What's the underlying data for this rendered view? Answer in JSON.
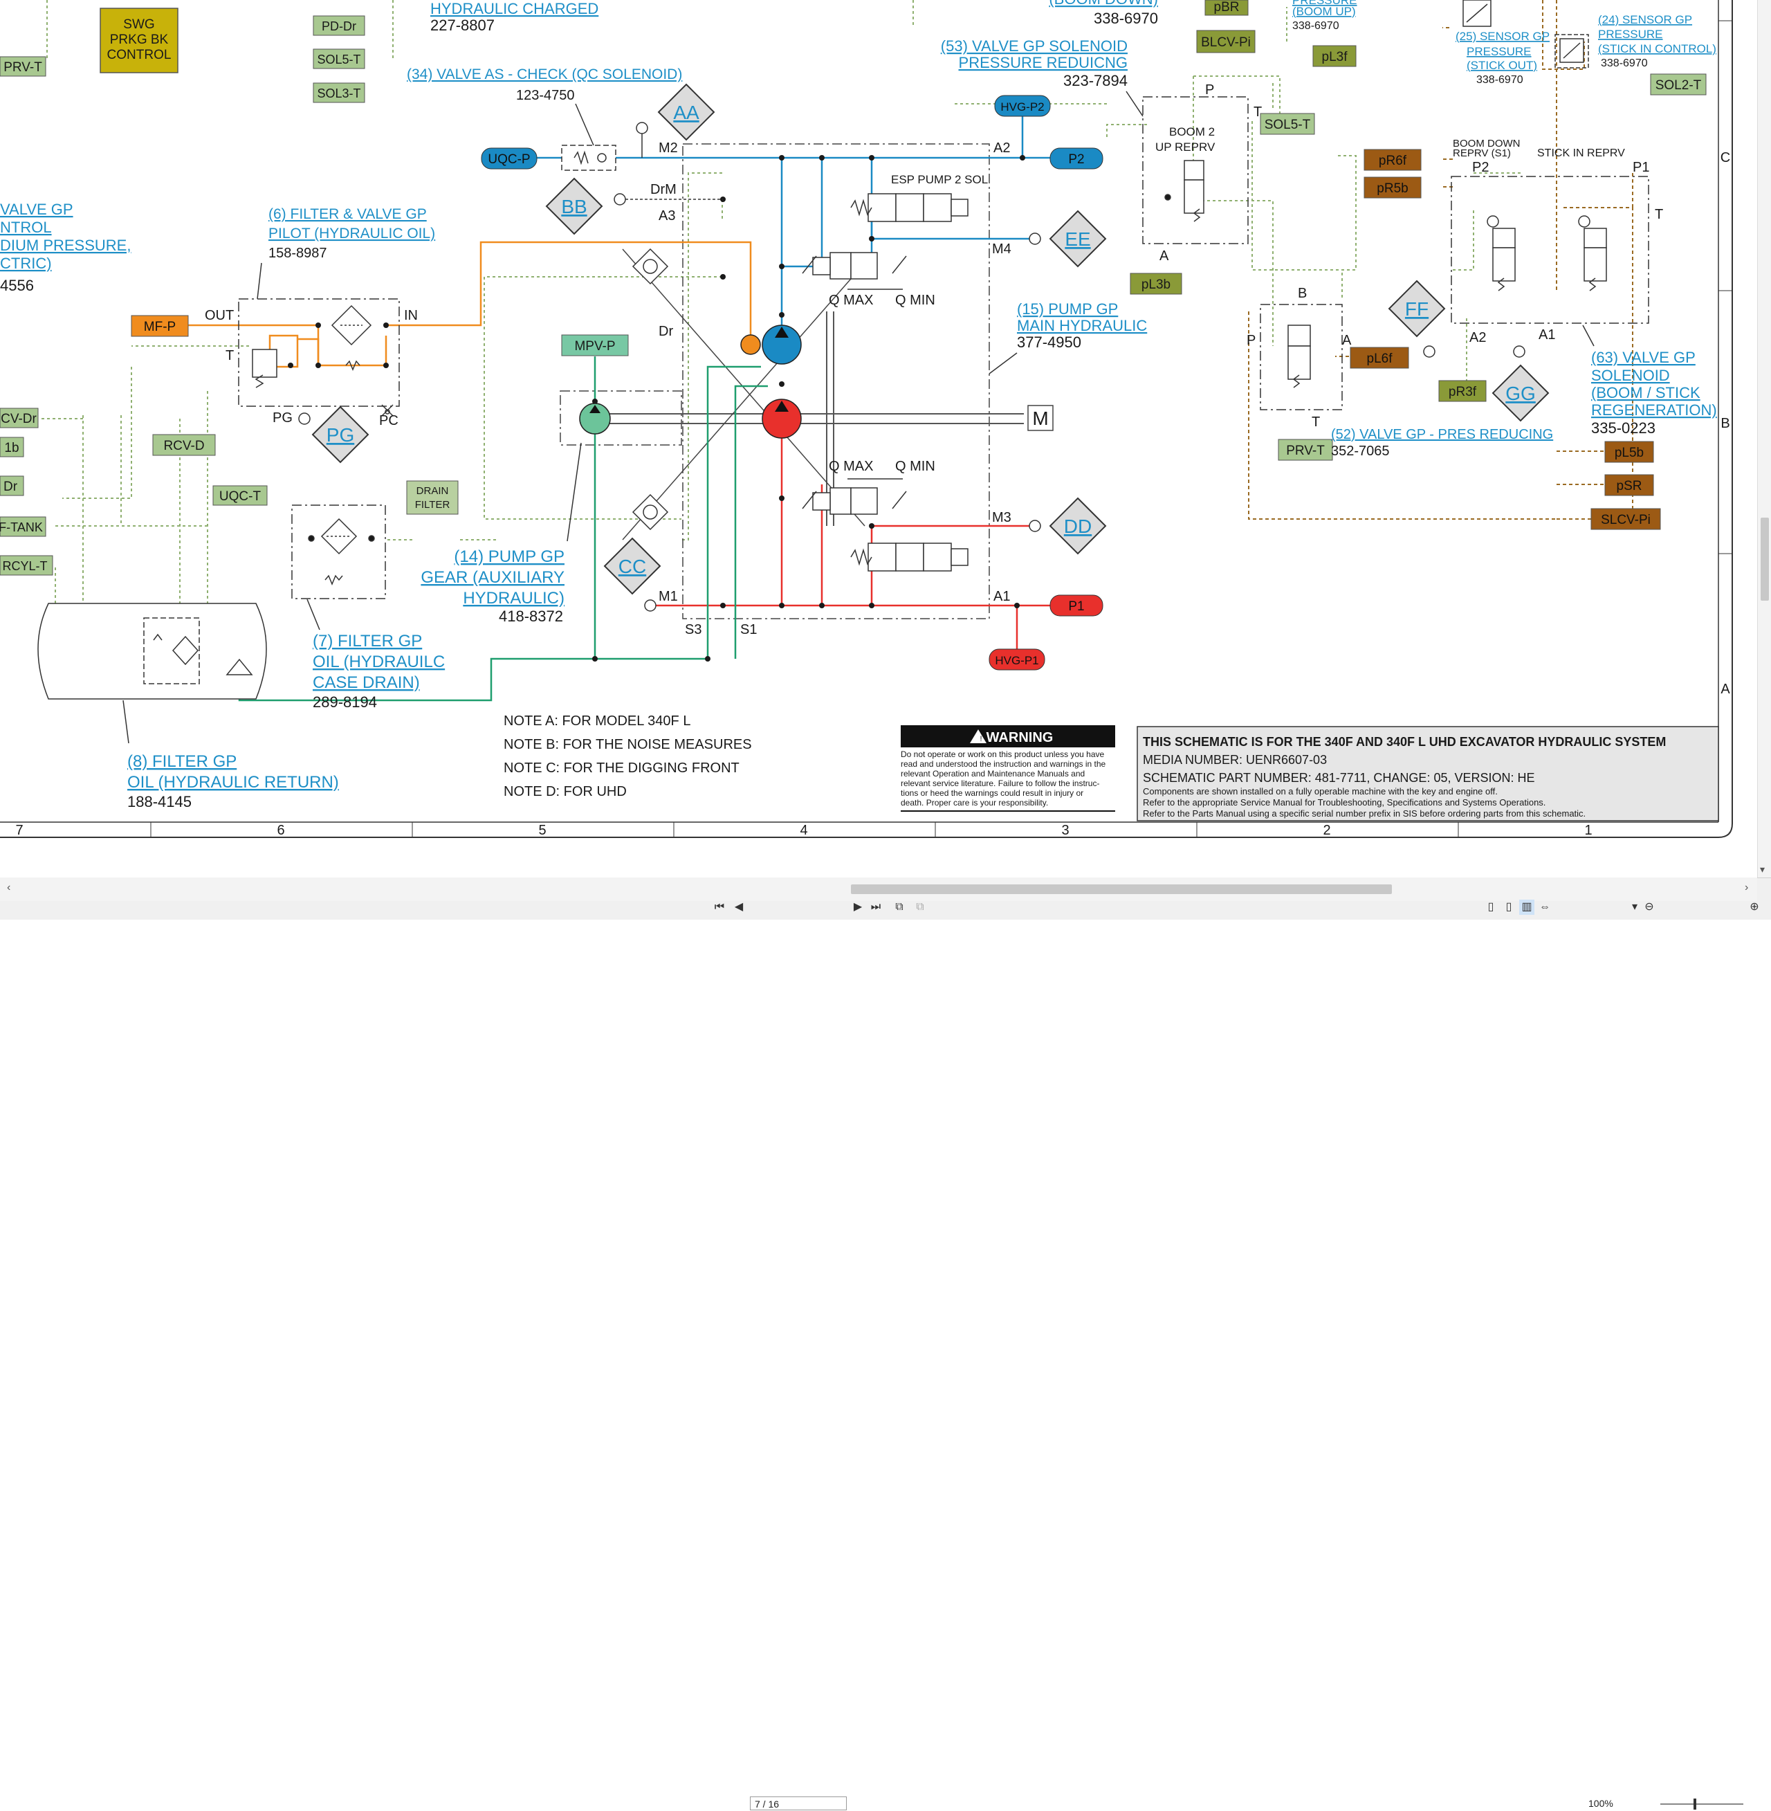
{
  "labels": {
    "swg_box": [
      "SWG",
      "PRKG BK",
      "CONTROL"
    ],
    "hydraulic_charged": "HYDRAULIC CHARGED",
    "num_227_8807": "227-8807",
    "boom_down_top": "(BOOM DOWN)",
    "num_338_6970_top": "338-6970",
    "valve34": "(34) VALVE AS - CHECK (QC SOLENOID)",
    "num_123_4750": "123-4750",
    "valve53_l1": "(53) VALVE GP SOLENOID",
    "valve53_l2": "PRESSURE REDUICNG",
    "num_323_7894": "323-7894",
    "valve_gp_left": [
      "VALVE GP",
      "NTROL",
      "DIUM PRESSURE,",
      "CTRIC)"
    ],
    "num_4556": "4556",
    "filter6": [
      "(6) FILTER & VALVE GP",
      "PILOT (HYDRAULIC OIL)"
    ],
    "num_158_8987": "158-8987",
    "out": "OUT",
    "in": "IN",
    "t": "T",
    "pg_label": "PG",
    "pc_label": "PC",
    "drm": "DrM",
    "a3": "A3",
    "m2": "M2",
    "a2": "A2",
    "m4": "M4",
    "m3": "M3",
    "m1": "M1",
    "a1": "A1",
    "s3": "S3",
    "s1": "S1",
    "dr": "Dr",
    "esp_pump": "ESP PUMP 2 SOL",
    "qmax": "Q MAX",
    "qmin": "Q MIN",
    "pump15": [
      "(15) PUMP GP",
      "MAIN HYDRAULIC"
    ],
    "num_377_4950": "377-4950",
    "pump14": [
      "(14) PUMP GP",
      "GEAR (AUXILIARY",
      "HYDRAULIC)"
    ],
    "num_418_8372": "418-8372",
    "filter7": [
      "(7) FILTER GP",
      "OIL (HYDRAUILC",
      "CASE DRAIN)"
    ],
    "num_289_8194": "289-8194",
    "filter8": [
      "(8) FILTER GP",
      "OIL (HYDRAULIC RETURN)"
    ],
    "num_188_4145": "188-4145",
    "drain_filter": [
      "DRAIN",
      "FILTER"
    ],
    "boom2": [
      "BOOM 2",
      "UP REPRV"
    ],
    "p": "P",
    "a": "A",
    "b": "B",
    "sensor25": [
      "(25) SENSOR GP",
      "PRESSURE",
      "(STICK OUT)"
    ],
    "num_338_6970_b": "338-6970",
    "sensor24": [
      "(24) SENSOR GP",
      "PRESSURE",
      "(STICK IN CONTROL)"
    ],
    "num_338_6970_c": "338-6970",
    "pressure_top": [
      "PRESSURE",
      "(BOOM UP)"
    ],
    "num_338_6970_d": "338-6970",
    "boom_down_reprv": [
      "BOOM DOWN",
      "REPRV (S1)"
    ],
    "stick_in_reprv": "STICK IN REPRV",
    "p2": "P2",
    "p1": "P1",
    "valve63": [
      "(63) VALVE GP",
      "SOLENOID",
      "(BOOM / STICK",
      "REGENERATION)"
    ],
    "num_335_0223": "335-0223",
    "valve52": "(52) VALVE GP - PRES REDUCING",
    "num_352_7065": "352-7065",
    "notes": [
      "NOTE A: FOR MODEL 340F L",
      "NOTE B: FOR THE NOISE MEASURES",
      "NOTE C: FOR THE DIGGING FRONT",
      "NOTE D: FOR UHD"
    ],
    "warning_title": "WARNING",
    "warning_body": [
      "Do not operate or work on this product unless you have",
      "read and understood the instruction and warnings in the",
      "relevant  Operation  and  Maintenance  Manuals  and",
      "relevant service literature. Failure to follow the instruc-",
      "tions or heed the warnings could result in injury or",
      "death. Proper care is your responsibility."
    ],
    "info_title": "THIS SCHEMATIC IS FOR THE 340F AND 340F L UHD EXCAVATOR HYDRAULIC SYSTEM",
    "media_number": "MEDIA NUMBER: UENR6607-03",
    "schematic_part": "SCHEMATIC PART NUMBER: 481-7711, CHANGE: 05, VERSION: HE",
    "info_small": [
      "Components are shown installed on a fully operable machine with the key and engine off.",
      "Refer to the appropriate Service Manual for Troubleshooting, Specifications and Systems Operations.",
      "Refer to the Parts Manual using a specific serial number prefix in SIS before ordering parts from this schematic."
    ],
    "grid_cols": [
      "7",
      "6",
      "5",
      "4",
      "3",
      "2",
      "1"
    ],
    "grid_rows": [
      "C",
      "B",
      "A"
    ]
  },
  "diamonds": [
    "AA",
    "BB",
    "CC",
    "DD",
    "EE",
    "FF",
    "GG",
    "PG"
  ],
  "tags": {
    "prv_t_top": "PRV-T",
    "pd_dr": "PD-Dr",
    "sol5_t_left": "SOL5-T",
    "sol3_t": "SOL3-T",
    "uqc_p": "UQC-P",
    "hvg_p2": "HVG-P2",
    "p2_tag": "P2",
    "mf_p": "MF-P",
    "mpv_p": "MPV-P",
    "cv_dr": "CV-Dr",
    "b1": "1b",
    "dr_tag": "Dr",
    "f_tank": "F-TANK",
    "rcyl_t": "RCYL-T",
    "rcv_d": "RCV-D",
    "uqc_t": "UQC-T",
    "p1_tag": "P1",
    "hvg_p1": "HVG-P1",
    "pbr": "pBR",
    "blcv_pi": "BLCV-Pi",
    "pl3f": "pL3f",
    "sol5_t_right": "SOL5-T",
    "pl3b": "pL3b",
    "pr6f": "pR6f",
    "pr5b": "pR5b",
    "pl6f": "pL6f",
    "prv_t_right": "PRV-T",
    "pr3f": "pR3f",
    "sol2_t": "SOL2-T",
    "pl5b": "pL5b",
    "psr": "pSR",
    "slcv_pi": "SLCV-Pi"
  },
  "viewer": {
    "page_value": "7 / 16",
    "zoom_value": "100%"
  },
  "colors": {
    "blue": "#1a8ac4",
    "red": "#e8302c",
    "orange": "#f08c1e",
    "green": "#1e9e6e",
    "olive_tag": "#a8c890",
    "brown_tag": "#9c5a14",
    "pilot_dash": "#8fb070",
    "brown_dash": "#9a6a22",
    "link": "#1e8fc7"
  }
}
